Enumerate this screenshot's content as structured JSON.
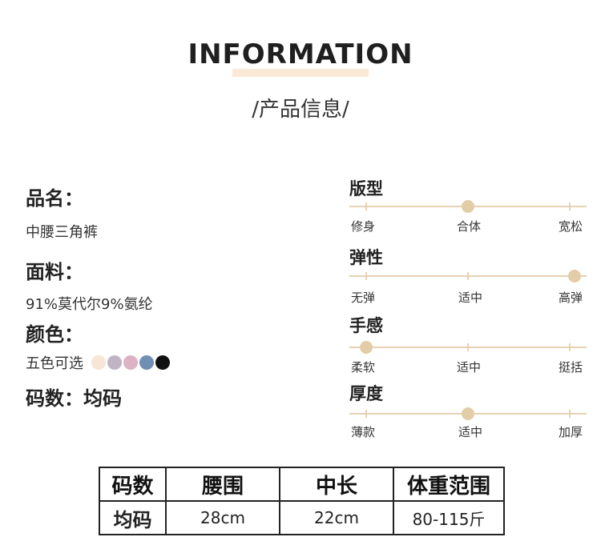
{
  "header": {
    "title": "INFORMATION",
    "subtitle": "/产品信息/"
  },
  "product": {
    "name_label": "品名：",
    "name_value": "中腰三角裤",
    "fabric_label": "面料：",
    "fabric_value": "91%莫代尔9%氨纶",
    "color_label": "颜色：",
    "color_value": "五色可选",
    "swatches": [
      "#f7e6d6",
      "#bfb3c4",
      "#dbb3c4",
      "#6f8fb3",
      "#111111"
    ],
    "size_text": "码数：均码"
  },
  "metrics": [
    {
      "title": "版型",
      "labels": [
        "修身",
        "合体",
        "宽松"
      ],
      "level": 0.5
    },
    {
      "title": "弹性",
      "labels": [
        "无弹",
        "适中",
        "高弹"
      ],
      "level": 0.95
    },
    {
      "title": "手感",
      "labels": [
        "柔软",
        "适中",
        "挺括"
      ],
      "level": 0.07
    },
    {
      "title": "厚度",
      "labels": [
        "薄款",
        "适中",
        "加厚"
      ],
      "level": 0.5
    }
  ],
  "colors": {
    "accent": "#e6d2b3",
    "knob": "#e2cda8"
  },
  "size_table": {
    "headers": [
      "码数",
      "腰围",
      "中长",
      "体重范围"
    ],
    "row": [
      "均码",
      "28cm",
      "22cm",
      "80-115斤"
    ]
  }
}
